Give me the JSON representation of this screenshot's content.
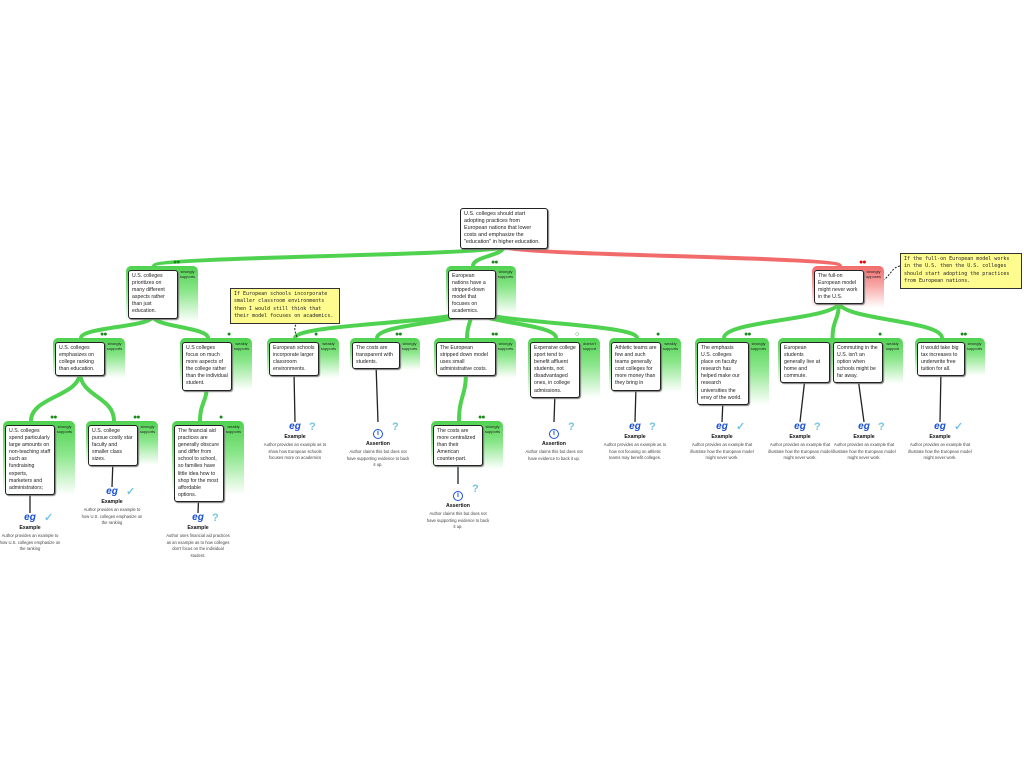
{
  "colors": {
    "support": "#4fd24f",
    "oppose": "#f26b6b",
    "note": "#fffc8f",
    "icon": "#1a4fd6"
  },
  "nodes": {
    "root": {
      "text": "U.S. colleges should start adopting practices from European nations that lower costs and emphasize the \"education\" in higher education."
    },
    "n1": {
      "text": "U.S. colleges prioritizes on many different aspects rather than just education.",
      "label": "strongly supports",
      "dots": "●●",
      "type": "sup"
    },
    "n2": {
      "text": "European nations have a stripped-down model that focuses on academics.",
      "label": "strongly supports",
      "dots": "●●",
      "type": "sup"
    },
    "n3": {
      "text": "The full-on European model might never work in the U.S.",
      "label": "strongly opposes",
      "dots": "●●",
      "type": "opp"
    },
    "n1a": {
      "text": "U.S. colleges emphasizes on college ranking than education.",
      "label": "strongly supports",
      "dots": "●●",
      "type": "sup"
    },
    "n1b": {
      "text": "U.S colleges focus on much more aspects of the college rather than the individual student.",
      "label": "weakly supports",
      "dots": "●",
      "type": "sup"
    },
    "n1a1": {
      "text": "U.S. colleges spend particularly large amounts on non-teaching staff such as fundraising experts, marketers and administrators;",
      "label": "strongly supports",
      "dots": "●●",
      "type": "sup"
    },
    "n1a2": {
      "text": "U.S. college pursue costly star faculty and smaller class sizes.",
      "label": "strongly supports",
      "dots": "●●",
      "type": "sup"
    },
    "n1b1": {
      "text": "The financial aid practices are generally obscure and differ from school to school, so families have little idea how to shop for the most affordable options.",
      "label": "weakly supports",
      "dots": "●",
      "type": "sup"
    },
    "n2a": {
      "text": "European schools incorporate larger classroom environments.",
      "label": "weakly supports",
      "dots": "●",
      "type": "sup"
    },
    "n2b": {
      "text": "The costs are transparent with students.",
      "label": "strongly supports",
      "dots": "●●",
      "type": "sup"
    },
    "n2c": {
      "text": "The European stripped down model uses small administrative costs.",
      "label": "strongly supports",
      "dots": "●●",
      "type": "sup"
    },
    "n2c1": {
      "text": "The costs are more centralized than their American counter-part.",
      "label": "strongly supports",
      "dots": "●●",
      "type": "sup"
    },
    "n2d": {
      "text": "Expensive college sport tend to benefit affluent students, not disadvantaged ones, in college admissions.",
      "label": "doesn't support",
      "dots": "○",
      "type": "sup"
    },
    "n2e": {
      "text": "Athletic teams are few and such teams generally cost colleges for more money than they bring in",
      "label": "weakly supports",
      "dots": "●",
      "type": "sup"
    },
    "n3a": {
      "text": "The emphasis U.S. colleges place on faculty research has helped make our research universities the envy of the world.",
      "label": "strongly supports",
      "dots": "●●",
      "type": "sup"
    },
    "n3b": {
      "text": "European students generally live at home and commute.",
      "label": "weakly support",
      "dots": "●",
      "type": "sup"
    },
    "n3c": {
      "text": "Commuting in the U.S. isn't an option when schools might be far away."
    },
    "n3d": {
      "text": "It would take big tax increases to underwrite free tuition for all.",
      "label": "strongly supports",
      "dots": "●●",
      "type": "sup"
    }
  },
  "evidence": {
    "e1": {
      "kind": "Example",
      "icon": "eg",
      "mark": "✓",
      "desc": "Author provides an example to how U.S. colleges emphasize on the ranking"
    },
    "e2": {
      "kind": "Example",
      "icon": "eg",
      "mark": "✓",
      "desc": "Author provides an example to how U.S. colleges emphasize on the ranking"
    },
    "e3": {
      "kind": "Example",
      "icon": "eg",
      "mark": "?",
      "desc": "Author uses financial aid practices as an example as to how colleges don't focus on the individual student."
    },
    "e4": {
      "kind": "Example",
      "icon": "eg",
      "mark": "?",
      "desc": "Author provides an example as to show how European schools focuses more on academics"
    },
    "e5": {
      "kind": "Assertion",
      "icon": "i",
      "mark": "?",
      "desc": "Author claims this but does not have supporting evidence to back it up."
    },
    "e6": {
      "kind": "Assertion",
      "icon": "i",
      "mark": "?",
      "desc": "Author claims this but does not have supporting evidence to back it up."
    },
    "e7": {
      "kind": "Assertion",
      "icon": "i",
      "mark": "?",
      "desc": "Author claims this but does not have evidence to back it up."
    },
    "e8": {
      "kind": "Example",
      "icon": "eg",
      "mark": "?",
      "desc": "Author provides an example as to how not focusing on athletic teams may benefit colleges."
    },
    "e9": {
      "kind": "Example",
      "icon": "eg",
      "mark": "✓",
      "desc": "Author provides an example that illustrate how the European model might never work."
    },
    "e10": {
      "kind": "Example",
      "icon": "eg",
      "mark": "?",
      "desc": "Author provides an example that illustrate how the European model might never work."
    },
    "e11": {
      "kind": "Example",
      "icon": "eg",
      "mark": "?",
      "desc": "Author provides an example that illustrate how the European model might never work."
    },
    "e12": {
      "kind": "Example",
      "icon": "eg",
      "mark": "✓",
      "desc": "Author provides an example that illustrate how the European model might never work."
    }
  },
  "notes": {
    "note1": "If European schools incorporate smaller classroom environments then I would still think that their model focuses on academics.",
    "note2": "If the full-on European model works in the U.S. then the U.S. colleges should start adopting the practices from European nations."
  }
}
